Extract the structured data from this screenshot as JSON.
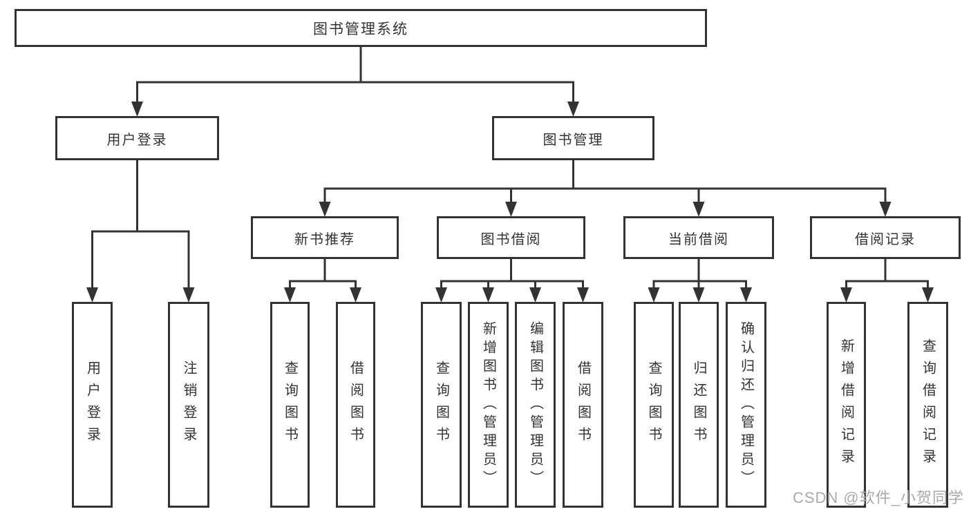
{
  "diagram": {
    "title": "图书管理系统",
    "nodes": [
      {
        "id": "root",
        "label": "图书管理系统",
        "parent": null,
        "vertical": false
      },
      {
        "id": "user-login",
        "label": "用户登录",
        "parent": "root",
        "vertical": false
      },
      {
        "id": "book-mgmt",
        "label": "图书管理",
        "parent": "root",
        "vertical": false
      },
      {
        "id": "new-book-rec",
        "label": "新书推荐",
        "parent": "book-mgmt",
        "vertical": false
      },
      {
        "id": "book-borrow",
        "label": "图书借阅",
        "parent": "book-mgmt",
        "vertical": false
      },
      {
        "id": "current-borrow",
        "label": "当前借阅",
        "parent": "book-mgmt",
        "vertical": false
      },
      {
        "id": "borrow-records",
        "label": "借阅记录",
        "parent": "book-mgmt",
        "vertical": false
      },
      {
        "id": "leaf-user-login",
        "label": "用户登录",
        "parent": "user-login",
        "vertical": true
      },
      {
        "id": "leaf-logout",
        "label": "注销登录",
        "parent": "user-login",
        "vertical": true
      },
      {
        "id": "leaf-query-book-1",
        "label": "查询图书",
        "parent": "new-book-rec",
        "vertical": true
      },
      {
        "id": "leaf-borrow-book-1",
        "label": "借阅图书",
        "parent": "new-book-rec",
        "vertical": true
      },
      {
        "id": "leaf-query-book-2",
        "label": "查询图书",
        "parent": "book-borrow",
        "vertical": true
      },
      {
        "id": "leaf-add-book",
        "label": "新增图书（管理员）",
        "parent": "book-borrow",
        "vertical": true
      },
      {
        "id": "leaf-edit-book",
        "label": "编辑图书（管理员）",
        "parent": "book-borrow",
        "vertical": true
      },
      {
        "id": "leaf-borrow-book-2",
        "label": "借阅图书",
        "parent": "book-borrow",
        "vertical": true
      },
      {
        "id": "leaf-query-book-3",
        "label": "查询图书",
        "parent": "current-borrow",
        "vertical": true
      },
      {
        "id": "leaf-return-book",
        "label": "归还图书",
        "parent": "current-borrow",
        "vertical": true
      },
      {
        "id": "leaf-confirm-return",
        "label": "确认归还（管理员）",
        "parent": "current-borrow",
        "vertical": true
      },
      {
        "id": "leaf-add-record",
        "label": "新增借阅记录",
        "parent": "borrow-records",
        "vertical": true
      },
      {
        "id": "leaf-query-record",
        "label": "查询借阅记录",
        "parent": "borrow-records",
        "vertical": true
      }
    ]
  },
  "watermark": {
    "text": "CSDN @软件_小贺同学"
  },
  "colors": {
    "line": "#333333",
    "box_border": "#333333",
    "text": "#333333",
    "background": "#ffffff",
    "watermark": "#aaaaaa"
  }
}
